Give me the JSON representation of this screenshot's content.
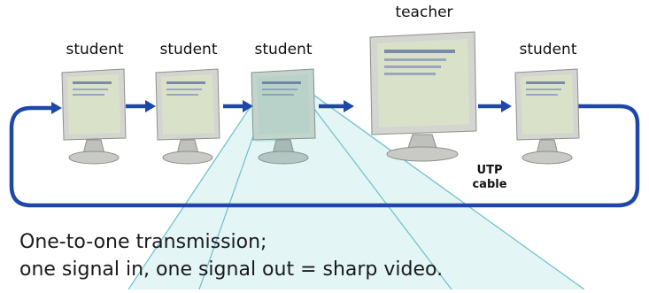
{
  "nodes": [
    {
      "label": "student",
      "role": "student"
    },
    {
      "label": "student",
      "role": "student"
    },
    {
      "label": "student",
      "role": "student"
    },
    {
      "label": "teacher",
      "role": "teacher"
    },
    {
      "label": "student",
      "role": "student"
    }
  ],
  "cable": {
    "line1": "UTP",
    "line2": "cable"
  },
  "caption": {
    "line1": "One-to-one transmission;",
    "line2": "one signal in, one signal out = sharp video."
  },
  "colors": {
    "cable": "#1f47a8",
    "beam": "#6fc9cf",
    "screen": "#d9e2c9",
    "bezel": "#cfd0cc"
  }
}
